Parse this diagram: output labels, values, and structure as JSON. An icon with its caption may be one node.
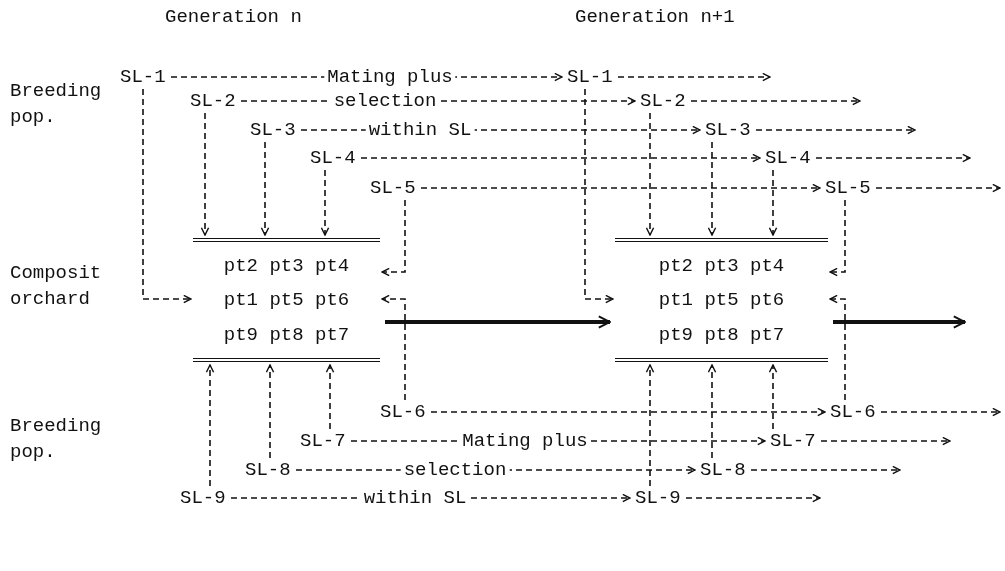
{
  "diagram": {
    "nodes": [
      {
        "text": [
          "SL-1"
        ]
      },
      {
        "text": [
          "SL-2"
        ]
      },
      {
        "text": [
          "SL-3"
        ]
      },
      {
        "text": [
          "SL-4"
        ]
      },
      {
        "text": [
          "SL-5"
        ]
      },
      {
        "text": [
          "SL-6"
        ]
      },
      {
        "text": [
          "SL-7"
        ]
      },
      {
        "text": [
          "SL-8"
        ]
      },
      {
        "text": [
          "SL-9"
        ]
      },
      {
        "text": [
          "pt2 pt3 pt4",
          "pt1 pt5 pt6",
          "pt9 pt8 pt7"
        ]
      },
      {
        "text": [
          "SL-1"
        ]
      },
      {
        "text": [
          "SL-2"
        ]
      },
      {
        "text": [
          "SL-3"
        ]
      },
      {
        "text": [
          "SL-4"
        ]
      },
      {
        "text": [
          "SL-5"
        ]
      },
      {
        "text": [
          "SL-6"
        ]
      },
      {
        "text": [
          "SL-7"
        ]
      },
      {
        "text": [
          "SL-8"
        ]
      },
      {
        "text": [
          "SL-9"
        ]
      },
      {
        "text": [
          "pt2 pt3 pt4",
          "pt1 pt5 pt6",
          "pt9 pt8 pt7"
        ]
      }
    ],
    "edges": [
      {
        "from": 0,
        "to": 10,
        "arrow": "to",
        "label": "Mating plus",
        "style": "dashed"
      },
      {
        "from": 1,
        "to": 11,
        "arrow": "to",
        "label": "selection",
        "style": "dashed"
      },
      {
        "from": 2,
        "to": 12,
        "arrow": "to",
        "label": "within SL",
        "style": "dashed"
      },
      {
        "from": 3,
        "to": 13,
        "arrow": "to",
        "style": "dashed"
      },
      {
        "from": 4,
        "to": 14,
        "arrow": "to",
        "style": "dashed"
      },
      {
        "from": 5,
        "to": 15,
        "arrow": "to",
        "style": "dashed"
      },
      {
        "from": 6,
        "to": 16,
        "arrow": "to",
        "label": "Mating plus",
        "style": "dashed"
      },
      {
        "from": 7,
        "to": 17,
        "arrow": "to",
        "label": "selection",
        "style": "dashed"
      },
      {
        "from": 8,
        "to": 18,
        "arrow": "to",
        "label": "within SL",
        "style": "dashed"
      },
      {
        "from": 0,
        "to": 9,
        "arrow": "to",
        "style": "dashed"
      },
      {
        "from": 1,
        "to": 9,
        "arrow": "to",
        "style": "dashed"
      },
      {
        "from": 2,
        "to": 9,
        "arrow": "to",
        "style": "dashed"
      },
      {
        "from": 3,
        "to": 9,
        "arrow": "to",
        "style": "dashed"
      },
      {
        "from": 4,
        "to": 9,
        "arrow": "to",
        "style": "dashed"
      },
      {
        "from": 5,
        "to": 9,
        "arrow": "to",
        "style": "dashed"
      },
      {
        "from": 6,
        "to": 9,
        "arrow": "to",
        "style": "dashed"
      },
      {
        "from": 7,
        "to": 9,
        "arrow": "to",
        "style": "dashed"
      },
      {
        "from": 8,
        "to": 9,
        "arrow": "to",
        "style": "dashed"
      },
      {
        "from": 9,
        "to": 19,
        "arrow": "to",
        "style": "thick"
      },
      {
        "from": 10,
        "to": 19,
        "arrow": "to",
        "style": "dashed"
      },
      {
        "from": 11,
        "to": 19,
        "arrow": "to",
        "style": "dashed"
      },
      {
        "from": 12,
        "to": 19,
        "arrow": "to",
        "style": "dashed"
      },
      {
        "from": 13,
        "to": 19,
        "arrow": "to",
        "style": "dashed"
      },
      {
        "from": 14,
        "to": 19,
        "arrow": "to",
        "style": "dashed"
      },
      {
        "from": 15,
        "to": 19,
        "arrow": "to",
        "style": "dashed"
      },
      {
        "from": 16,
        "to": 19,
        "arrow": "to",
        "style": "dashed"
      },
      {
        "from": 17,
        "to": 19,
        "arrow": "to",
        "style": "dashed"
      },
      {
        "from": 18,
        "to": 19,
        "arrow": "to",
        "style": "dashed"
      },
      {
        "from": 10,
        "to": null,
        "arrow": "to",
        "style": "dashed"
      },
      {
        "from": 11,
        "to": null,
        "arrow": "to",
        "style": "dashed"
      },
      {
        "from": 12,
        "to": null,
        "arrow": "to",
        "style": "dashed"
      },
      {
        "from": 13,
        "to": null,
        "arrow": "to",
        "style": "dashed"
      },
      {
        "from": 14,
        "to": null,
        "arrow": "to",
        "style": "dashed"
      },
      {
        "from": 15,
        "to": null,
        "arrow": "to",
        "style": "dashed"
      },
      {
        "from": 16,
        "to": null,
        "arrow": "to",
        "style": "dashed"
      },
      {
        "from": 17,
        "to": null,
        "arrow": "to",
        "style": "dashed"
      },
      {
        "from": 18,
        "to": null,
        "arrow": "to",
        "style": "dashed"
      },
      {
        "from": 19,
        "to": null,
        "arrow": "to",
        "style": "thick"
      }
    ],
    "labels": [
      "Generation n",
      "Generation n+1",
      "Breeding pop.",
      "Composit orchard",
      "Breeding pop."
    ]
  }
}
